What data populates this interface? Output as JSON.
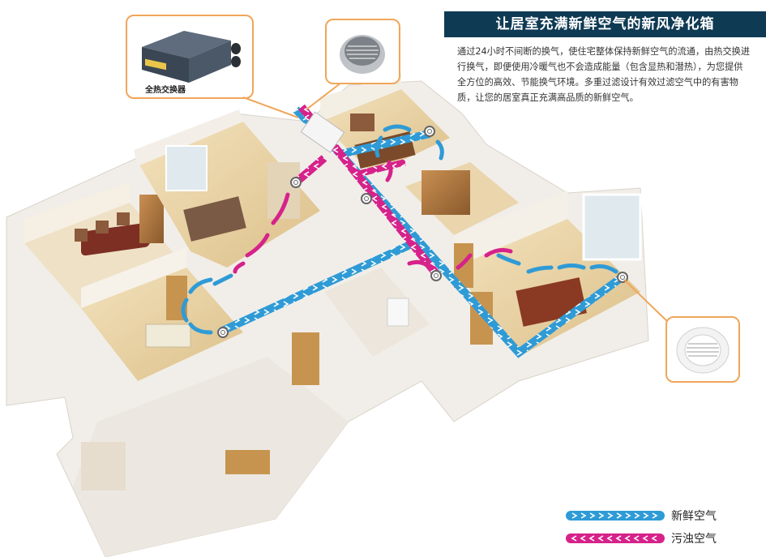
{
  "header": {
    "title": "让居室充满新鲜空气的新风净化箱"
  },
  "description": "通过24小时不间断的换气，使住宅整体保持新鲜空气的流通，由热交换进行换气，即便使用冷暖气也不会造成能量（包含显热和潜热），为您提供全方位的高效、节能换气环境。多重过滤设计有效过滤空气中的有害物质，让您的居室真正充满高品质的新鲜空气。",
  "callouts": {
    "exchanger_label": "全热交换器"
  },
  "legend": {
    "fresh_label": "新鲜空气",
    "exhaust_label": "污浊空气"
  },
  "colors": {
    "header_bg": "#0f3a54",
    "callout_border": "#f0a65a",
    "fresh_air": "#2f9bd6",
    "exhaust_air": "#d6228a",
    "floor": "#e9d2a4",
    "wall": "#f4f1ec"
  }
}
